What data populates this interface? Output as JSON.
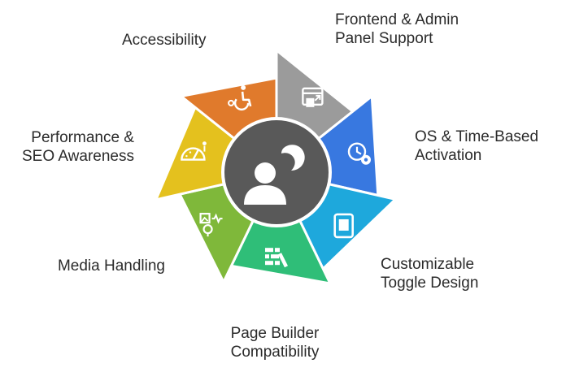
{
  "center": {
    "icon": "person-thinking-icon",
    "color": "#595959"
  },
  "segments": [
    {
      "id": "frontend-admin",
      "lines": [
        "Frontend & Admin",
        "Panel Support"
      ],
      "color": "#9b9b9b",
      "icon": "window-resize-icon"
    },
    {
      "id": "os-time",
      "lines": [
        "OS & Time-Based",
        "Activation"
      ],
      "color": "#3878e0",
      "icon": "clock-gear-icon"
    },
    {
      "id": "toggle-design",
      "lines": [
        "Customizable",
        "Toggle Design"
      ],
      "color": "#1ea8dc",
      "icon": "toggle-card-icon"
    },
    {
      "id": "page-builder",
      "lines": [
        "Page Builder",
        "Compatibility"
      ],
      "color": "#2fbe78",
      "icon": "bricks-icon"
    },
    {
      "id": "media",
      "lines": [
        "Media Handling"
      ],
      "color": "#7fb83a",
      "icon": "media-icon"
    },
    {
      "id": "performance",
      "lines": [
        "Performance &",
        "SEO Awareness"
      ],
      "color": "#e4c11e",
      "icon": "speedometer-icon"
    },
    {
      "id": "accessibility",
      "lines": [
        "Accessibility"
      ],
      "color": "#e07a2c",
      "icon": "wheelchair-icon"
    }
  ]
}
